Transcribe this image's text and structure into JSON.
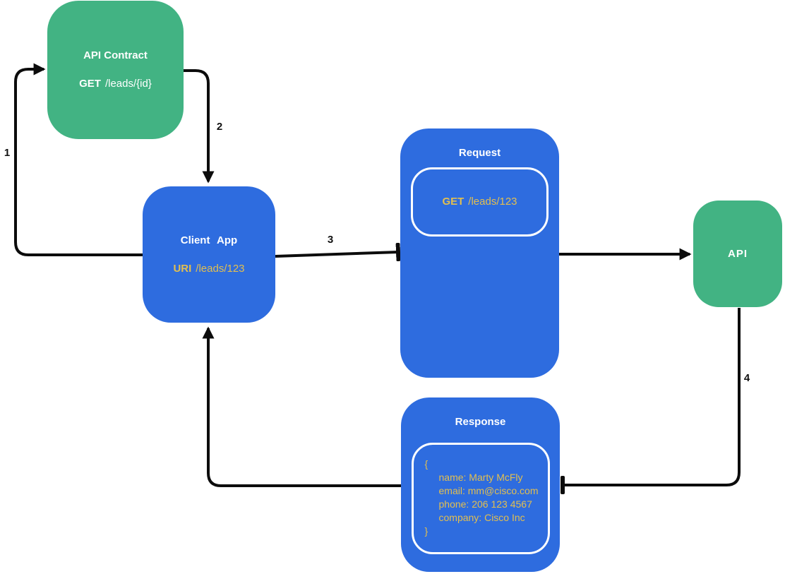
{
  "nodes": {
    "api_contract": {
      "title": "API Contract",
      "method": "GET",
      "path": "/leads/{id}"
    },
    "client_app": {
      "title": "Client App",
      "uri_label": "URI",
      "uri_path": "/leads/123"
    },
    "request": {
      "title": "Request",
      "method": "GET",
      "path": "/leads/123"
    },
    "api": {
      "title": "API"
    },
    "response": {
      "title": "Response",
      "lines": [
        "{",
        "name: Marty McFly",
        "email: mm@cisco.com",
        "phone: 206 123 4567",
        "company: Cisco Inc",
        "}"
      ]
    }
  },
  "arrows": {
    "labels": [
      "1",
      "2",
      "3",
      "4"
    ]
  },
  "colors": {
    "node_green": "#42b383",
    "node_blue": "#2e6cdf",
    "accent_yellow": "#e3bf4f",
    "arrow_black": "#0c0c0c",
    "text_white": "#ffffff"
  }
}
